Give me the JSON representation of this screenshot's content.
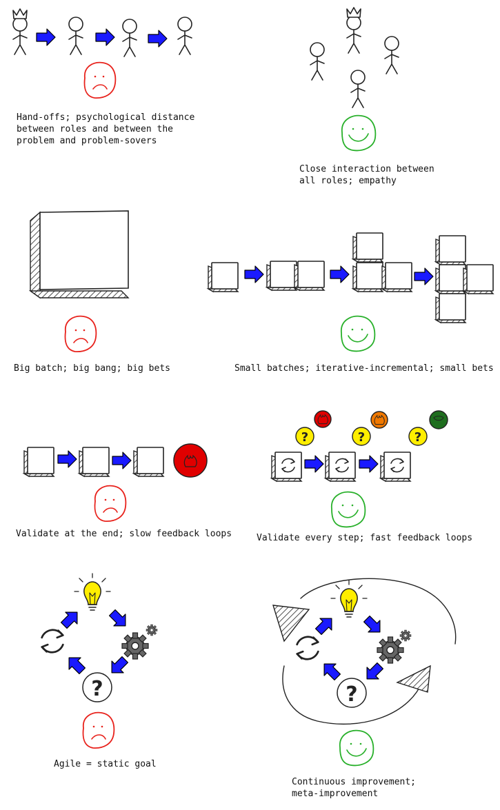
{
  "captions": {
    "handoffs": "Hand-offs; psychological distance\nbetween roles and between the\nproblem and problem-sovers",
    "close_interaction": "Close interaction between\nall roles; empathy",
    "big_batch": "Big batch; big bang; big bets",
    "small_batches": "Small batches; iterative-incremental; small bets",
    "validate_end": "Validate at the end; slow feedback loops",
    "validate_every": "Validate every step; fast feedback loops",
    "agile_static": "Agile = static goal",
    "continuous": "Continuous improvement;\nmeta-improvement"
  },
  "icons": {
    "question_mark": "?"
  },
  "colors": {
    "sad": "#e8211b",
    "happy": "#28b02a",
    "arrow": "#1a1aff",
    "fire_red": "#e00000",
    "fire_orange": "#f07800",
    "bulb": "#ffee00",
    "question_yellow": "#ffee00",
    "done_green": "#1f6e1f",
    "gear": "#666666"
  }
}
